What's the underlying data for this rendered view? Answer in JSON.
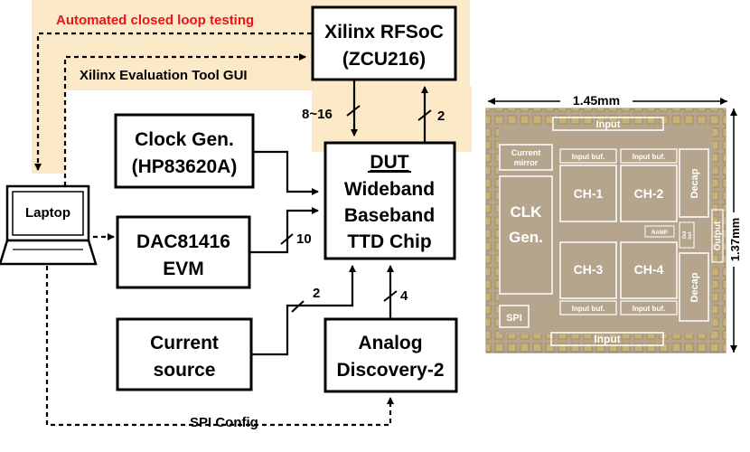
{
  "banner": {
    "automated": "Automated closed loop testing",
    "gui": "Xilinx Evaluation Tool GUI",
    "color": "#e8141a"
  },
  "blocks": {
    "rfsoc": [
      "Xilinx RFSoC",
      "(ZCU216)"
    ],
    "clock": [
      "Clock Gen.",
      "(HP83620A)"
    ],
    "dac": [
      "DAC81416",
      "EVM"
    ],
    "current": [
      "Current",
      "source"
    ],
    "analog": [
      "Analog",
      "Discovery-2"
    ],
    "dut": [
      "DUT",
      "Wideband",
      "Baseband",
      "TTD Chip"
    ],
    "laptop": "Laptop"
  },
  "bus_labels": {
    "rf_down": "8~16",
    "rf_up": "2",
    "dac": "10",
    "current": "2",
    "analog": "4"
  },
  "spi": "SPI Config",
  "die": {
    "width": "1.45mm",
    "height": "1.37mm",
    "input_top": "Input",
    "input_bottom": "Input",
    "output": "Output",
    "current_mirror": [
      "Current",
      "mirror"
    ],
    "clk": [
      "CLK",
      "Gen."
    ],
    "spi": "SPI",
    "ch1": "CH-1",
    "ch2": "CH-2",
    "ch3": "CH-3",
    "ch4": "CH-4",
    "inbuf": "Input buf.",
    "decap": "Decap",
    "ramp": "RAMP",
    "outbuf": [
      "Out",
      "buf."
    ]
  },
  "colors": {
    "highlight": "#fbe9c8",
    "die_bg": "#b5a58c"
  }
}
